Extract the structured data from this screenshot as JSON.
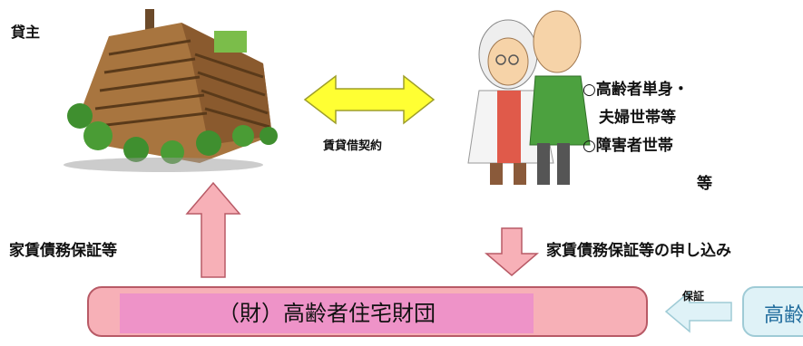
{
  "landlord_label": "貸主",
  "contract_label": "賃貸借契約",
  "tenants": {
    "line1": "○高齢者単身・",
    "line2": "夫婦世帯等",
    "line3": "○障害者世帯",
    "etc": "等"
  },
  "left_arrow_label": "家賃債務保証等",
  "right_arrow_label": "家賃債務保証等の申し込み",
  "guarantee_label": "保証",
  "foundation_label": "（財）高齢者住宅財団",
  "partner_label": "高齢",
  "colors": {
    "double_arrow": "#ffff33",
    "pink_arrow": "#f7b0b7",
    "foundation_fill": "#f7b0b7",
    "foundation_inner": "#ee93c8",
    "partner_fill": "#dff2f7"
  },
  "illustrations": [
    "apartment-building-illustration",
    "elderly-couple-illustration"
  ]
}
